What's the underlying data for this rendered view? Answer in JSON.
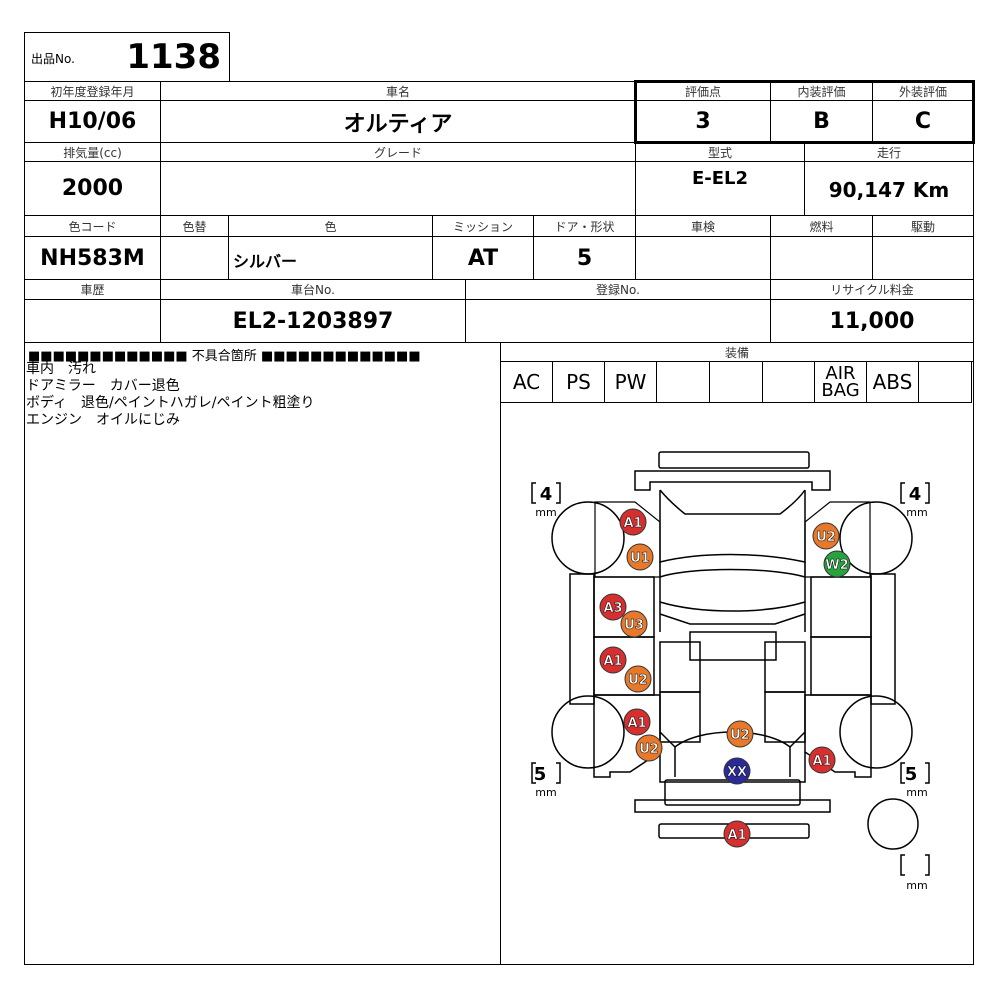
{
  "lot": {
    "label": "出品No.",
    "number": "1138"
  },
  "row1": {
    "reg_label": "初年度登録年月",
    "reg_value": "H10/06",
    "name_label": "車名",
    "name_value": "オルティア",
    "score_label": "評価点",
    "score_value": "3",
    "interior_label": "内装評価",
    "interior_value": "B",
    "exterior_label": "外装評価",
    "exterior_value": "C"
  },
  "row2": {
    "disp_label": "排気量(cc)",
    "disp_value": "2000",
    "grade_label": "グレード",
    "grade_value": "",
    "model_label": "型式",
    "model_value": "E-EL2",
    "mileage_label": "走行",
    "mileage_value": "90,147 Km"
  },
  "row3": {
    "colorcode_label": "色コード",
    "colorcode_value": "NH583M",
    "recolor_label": "色替",
    "recolor_value": "",
    "color_label": "色",
    "color_value": "シルバー",
    "mission_label": "ミッション",
    "mission_value": "AT",
    "door_label": "ドア・形状",
    "door_value": "5",
    "inspection_label": "車検",
    "inspection_value": "",
    "fuel_label": "燃料",
    "fuel_value": "",
    "drive_label": "駆動",
    "drive_value": ""
  },
  "row4": {
    "history_label": "車歴",
    "history_value": "",
    "chassis_label": "車台No.",
    "chassis_value": "EL2-1203897",
    "regno_label": "登録No.",
    "regno_value": "",
    "recycle_label": "リサイクル料金",
    "recycle_value": "11,000"
  },
  "defects": {
    "header": "■■■■■■■■■■■■■ 不具合箇所 ■■■■■■■■■■■■■",
    "lines": [
      "車内　汚れ",
      "ドアミラー　カバー退色",
      "ボディ　退色/ペイントハガレ/ペイント粗塗り",
      "エンジン　オイルにじみ"
    ]
  },
  "equipment": {
    "label": "装備",
    "items": [
      "AC",
      "PS",
      "PW",
      "",
      "",
      "",
      "AIR\nBAG",
      "ABS",
      ""
    ]
  },
  "tires": [
    {
      "pos": "front-left",
      "value": "4",
      "unit": "mm"
    },
    {
      "pos": "front-right",
      "value": "4",
      "unit": "mm"
    },
    {
      "pos": "rear-left",
      "value": "5",
      "unit": "mm"
    },
    {
      "pos": "rear-right",
      "value": "5",
      "unit": "mm"
    },
    {
      "pos": "spare",
      "value": "",
      "unit": "mm"
    }
  ],
  "marks": [
    {
      "code": "A1",
      "color": "#d62f2f",
      "part": "front-left-fender"
    },
    {
      "code": "U1",
      "color": "#e8782a",
      "part": "front-left-fender"
    },
    {
      "code": "U2",
      "color": "#e8782a",
      "part": "front-right-fender"
    },
    {
      "code": "W2",
      "color": "#27a33e",
      "part": "front-right-fender"
    },
    {
      "code": "A3",
      "color": "#d62f2f",
      "part": "front-left-door"
    },
    {
      "code": "U3",
      "color": "#e8782a",
      "part": "front-left-door"
    },
    {
      "code": "A1",
      "color": "#d62f2f",
      "part": "rear-left-door"
    },
    {
      "code": "U2",
      "color": "#e8782a",
      "part": "rear-left-door"
    },
    {
      "code": "A1",
      "color": "#d62f2f",
      "part": "rear-left-quarter"
    },
    {
      "code": "U2",
      "color": "#e8782a",
      "part": "rear-left-quarter"
    },
    {
      "code": "U2",
      "color": "#e8782a",
      "part": "back-door"
    },
    {
      "code": "XX",
      "color": "#2a2a9a",
      "part": "back-door-panel"
    },
    {
      "code": "A1",
      "color": "#d62f2f",
      "part": "rear-right-quarter"
    },
    {
      "code": "A1",
      "color": "#d62f2f",
      "part": "rear-bumper"
    }
  ]
}
